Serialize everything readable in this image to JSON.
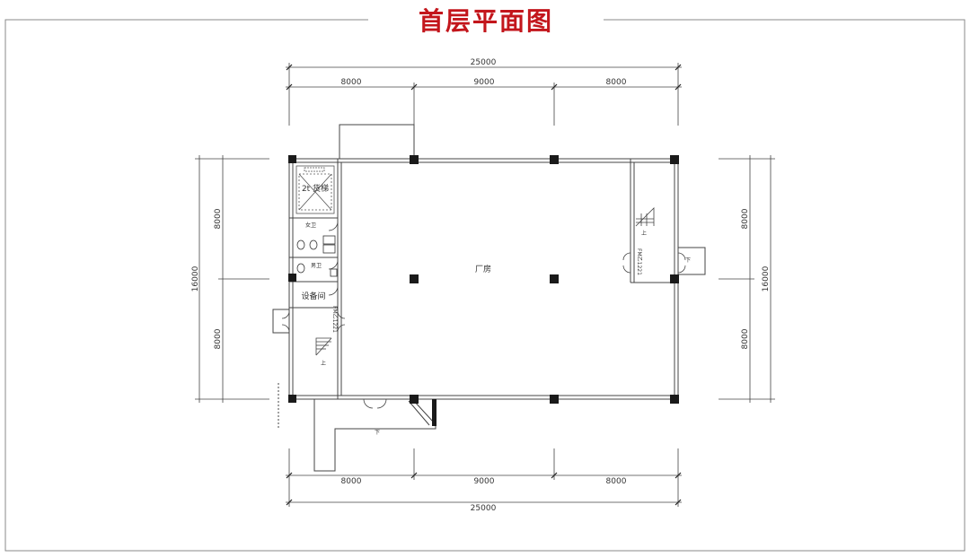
{
  "title": "首层平面图",
  "colors": {
    "title": "#c3161c",
    "line": "#555555",
    "column": "#1a1a1a"
  },
  "dimensions": {
    "top_total": "25000",
    "top_spans": [
      "8000",
      "9000",
      "8000"
    ],
    "bottom_spans": [
      "8000",
      "9000",
      "8000"
    ],
    "bottom_total": "25000",
    "left_total": "16000",
    "left_spans": [
      "8000",
      "8000"
    ],
    "right_spans": [
      "8000",
      "8000"
    ],
    "right_total": "16000"
  },
  "rooms": {
    "main": "厂房",
    "elevator": "2t 货梯",
    "women_wc": "女卫",
    "men_wc": "男卫",
    "equipment": "设备间",
    "door_left": "FM乙1221",
    "door_right": "FM乙1221",
    "stair_mark_left": "上",
    "stair_mark_right": "上",
    "entry_mark": "下",
    "entry_mark_right": "下"
  }
}
